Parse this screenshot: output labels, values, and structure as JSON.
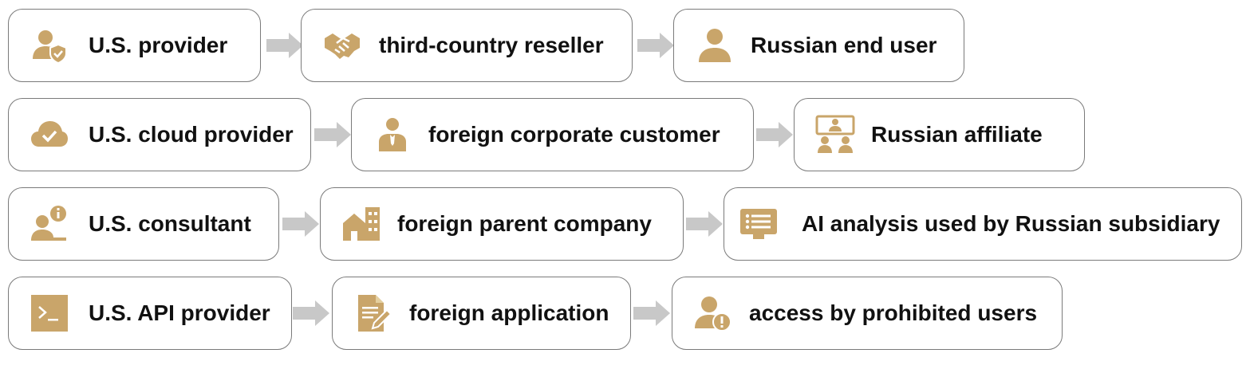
{
  "colors": {
    "accent": "#c9a56a",
    "border": "#7a7a7a",
    "arrow": "#c8c8c8",
    "text": "#111111"
  },
  "rows": [
    {
      "nodes": [
        {
          "label": "U.S. provider",
          "icon": "user-shield-icon"
        },
        {
          "label": "third-country reseller",
          "icon": "handshake-icon"
        },
        {
          "label": "Russian end user",
          "icon": "user-icon"
        }
      ]
    },
    {
      "nodes": [
        {
          "label": "U.S. cloud provider",
          "icon": "cloud-check-icon"
        },
        {
          "label": "foreign corporate customer",
          "icon": "businessman-icon"
        },
        {
          "label": "Russian affiliate",
          "icon": "video-conference-icon"
        }
      ]
    },
    {
      "nodes": [
        {
          "label": "U.S. consultant",
          "icon": "consultant-info-icon"
        },
        {
          "label": "foreign parent company",
          "icon": "buildings-icon"
        },
        {
          "label": "AI analysis used by Russian subsidiary",
          "icon": "list-screen-icon"
        }
      ]
    },
    {
      "nodes": [
        {
          "label": "U.S. API provider",
          "icon": "terminal-icon"
        },
        {
          "label": "foreign application",
          "icon": "document-edit-icon"
        },
        {
          "label": "access by prohibited users",
          "icon": "user-warning-icon"
        }
      ]
    }
  ]
}
